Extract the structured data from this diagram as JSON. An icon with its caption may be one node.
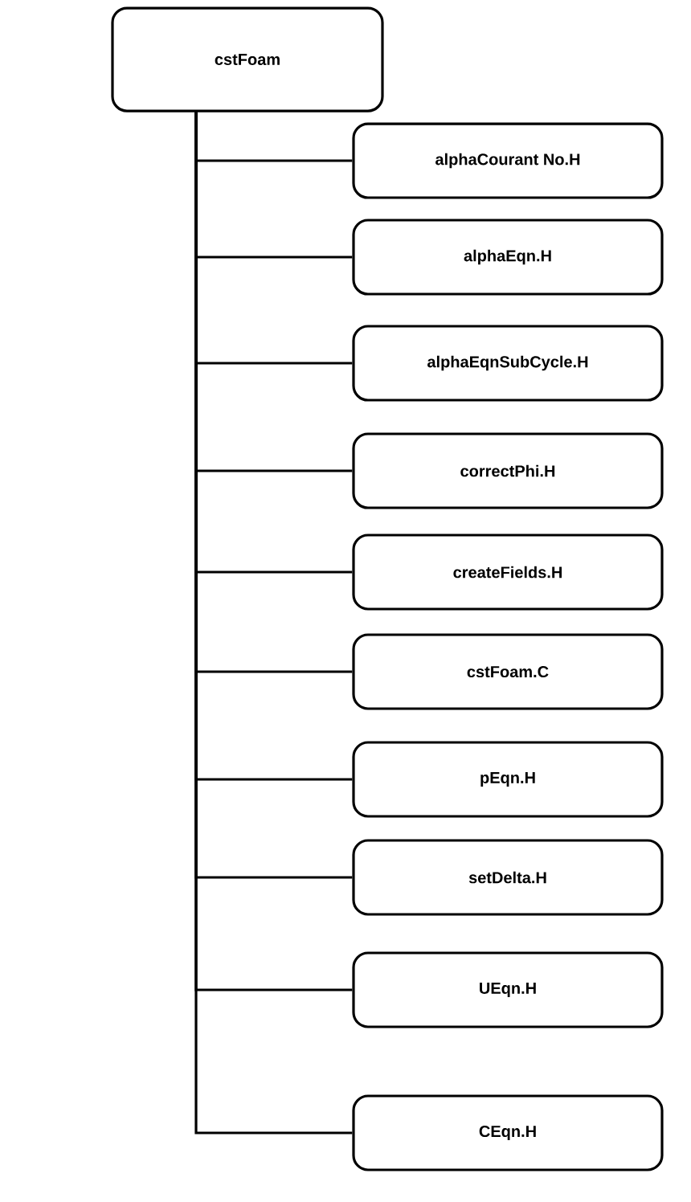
{
  "diagram": {
    "nodes": [
      {
        "text": [
          "cstFoam"
        ]
      },
      {
        "text": [
          "alphaCourant No.H"
        ]
      },
      {
        "text": [
          "alphaEqn.H"
        ]
      },
      {
        "text": [
          "alphaEqnSubCycle.H"
        ]
      },
      {
        "text": [
          "correctPhi.H"
        ]
      },
      {
        "text": [
          "createFields.H"
        ]
      },
      {
        "text": [
          "cstFoam.C"
        ]
      },
      {
        "text": [
          "pEqn.H"
        ]
      },
      {
        "text": [
          "setDelta.H"
        ]
      },
      {
        "text": [
          "UEqn.H"
        ]
      },
      {
        "text": [
          "CEqn.H"
        ]
      }
    ],
    "edges": [
      {
        "from": 0,
        "to": 1,
        "arrow": "none"
      },
      {
        "from": 0,
        "to": 2,
        "arrow": "none"
      },
      {
        "from": 0,
        "to": 3,
        "arrow": "none"
      },
      {
        "from": 0,
        "to": 4,
        "arrow": "none"
      },
      {
        "from": 0,
        "to": 5,
        "arrow": "none"
      },
      {
        "from": 0,
        "to": 6,
        "arrow": "none"
      },
      {
        "from": 0,
        "to": 7,
        "arrow": "none"
      },
      {
        "from": 0,
        "to": 8,
        "arrow": "none"
      },
      {
        "from": 0,
        "to": 9,
        "arrow": "none"
      },
      {
        "from": 0,
        "to": 10,
        "arrow": "none"
      }
    ]
  }
}
